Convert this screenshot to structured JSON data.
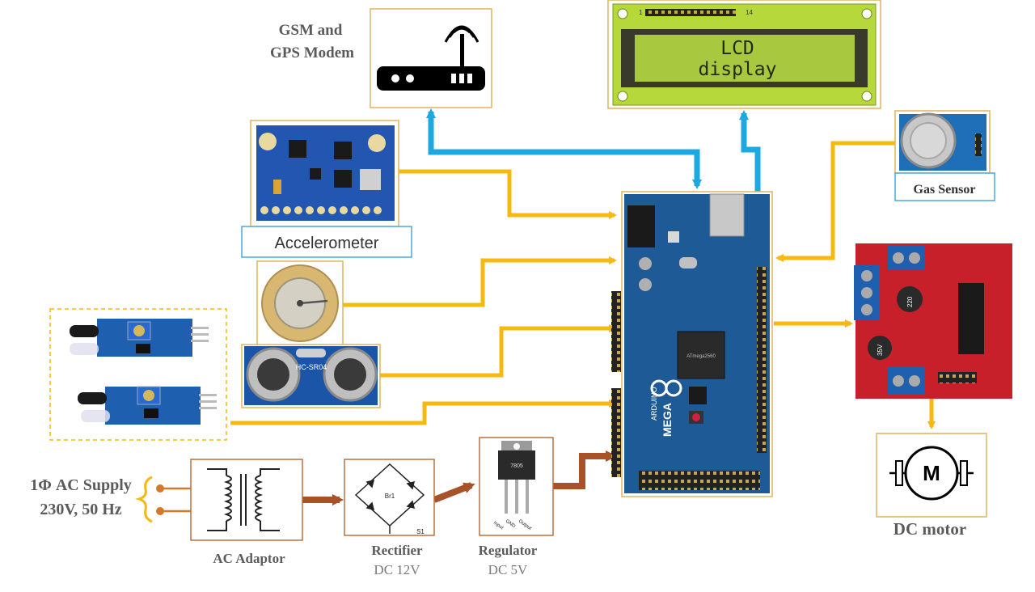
{
  "colors": {
    "signal_arrow": "#f5b90f",
    "comm_arrow": "#1ea8e0",
    "power_arrow": "#a8522a",
    "box_border_gold": "#e0b45a",
    "box_border_blue": "#4aa8d8",
    "box_border_brown": "#b8703f",
    "arduino_blue": "#1e5a96",
    "driver_red": "#c8202a",
    "lcd_green": "#b6d83a",
    "label_gray": "#5b5b5b"
  },
  "blocks": {
    "gsm_modem": {
      "label_line1": "GSM and",
      "label_line2": "GPS  Modem",
      "icon": "router-icon"
    },
    "lcd": {
      "line1": "LCD",
      "line2": "display",
      "pin_first": "1",
      "pin_last": "14"
    },
    "gas_sensor": {
      "label": "Gas Sensor"
    },
    "accelerometer": {
      "label": "Accelerometer"
    },
    "piezo": {
      "icon": "piezo-buzzer-icon"
    },
    "ultrasonic": {
      "label": "HC-SR04"
    },
    "ir_sensors": {
      "icon": "ir-sensor-icon",
      "count": 2
    },
    "arduino": {
      "label": "MEGA",
      "brand": "ARDUINO",
      "chip": "ATmega2560"
    },
    "motor_driver": {
      "label_a": "220",
      "label_b": "35V"
    },
    "dc_motor": {
      "symbol": "M",
      "label": "DC motor"
    },
    "ac_supply": {
      "line1": "1Φ AC Supply",
      "line2": "230V, 50 Hz"
    },
    "ac_adaptor": {
      "label": "AC Adaptor"
    },
    "rectifier": {
      "label": "Rectifier",
      "sublabel": "DC 12V",
      "bridge_name": "Br1",
      "switch_name": "S1"
    },
    "regulator": {
      "label": "Regulator",
      "sublabel": "DC 5V",
      "part": "7805",
      "pins": [
        "Input",
        "GND",
        "Output"
      ]
    }
  }
}
